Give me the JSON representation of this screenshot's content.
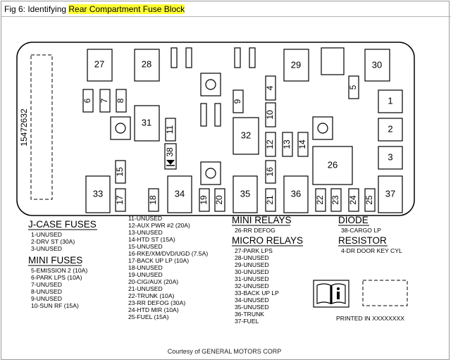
{
  "figure": {
    "prefix": "Fig 6: Identifying ",
    "highlight": "Rear Compartment Fuse Block",
    "courtesy": "Courtesy of GENERAL MOTORS CORP"
  },
  "block": {
    "part_number": "15472632",
    "printed_in": "PRINTED IN XXXXXXXX",
    "slots": [
      "1",
      "2",
      "3",
      "4",
      "5",
      "6",
      "7",
      "8",
      "9",
      "10",
      "11",
      "12",
      "13",
      "14",
      "15",
      "16",
      "17",
      "18",
      "19",
      "20",
      "21",
      "22",
      "23",
      "24",
      "25",
      "26",
      "27",
      "28",
      "29",
      "30",
      "31",
      "32",
      "33",
      "34",
      "35",
      "36",
      "37",
      "38"
    ]
  },
  "jcase": {
    "heading": "J-CASE FUSES",
    "items": [
      "1-UNUSED",
      "2-DRV ST (30A)",
      "3-UNUSED"
    ]
  },
  "minifuses": {
    "heading": "MINI FUSES",
    "items": [
      "5-EMISSION 2 (10A)",
      "6-PARK LPS (10A)",
      "7-UNUSED",
      "8-UNUSED",
      "9-UNUSED",
      "10-SUN RF (15A)"
    ]
  },
  "middle_list": {
    "items": [
      "11-UNUSED",
      "12-AUX PWR #2 (20A)",
      "13-UNUSED",
      "14-HTD ST (15A)",
      "15-UNUSED",
      "16-RKE/XM/DVD/UGD (7.5A)",
      "17-BACK UP LP (10A)",
      "18-UNUSED",
      "19-UNUSED",
      "20-CIG/AUX (20A)",
      "21-UNUSED",
      "22-TRUNK (10A)",
      "23-RR DEFOG (30A)",
      "24-HTD MIR (10A)",
      "25-FUEL (15A)"
    ]
  },
  "minirelays": {
    "heading": "MINI RELAYS",
    "items": [
      "26-RR DEFOG"
    ]
  },
  "microrelays": {
    "heading": "MICRO RELAYS",
    "items": [
      "27-PARK LPS",
      "28-UNUSED",
      "29-UNUSED",
      "30-UNUSED",
      "31-UNUSED",
      "32-UNUSED",
      "33-BACK UP LP",
      "34-UNUSED",
      "35-UNUSED",
      "36-TRUNK",
      "37-FUEL"
    ]
  },
  "diode": {
    "heading": "DIODE",
    "items": [
      "38-CARGO LP"
    ]
  },
  "resistor": {
    "heading": "RESISTOR",
    "items": [
      "4-DR DOOR KEY CYL"
    ]
  },
  "icons": {
    "manual": "manual-book-icon"
  }
}
